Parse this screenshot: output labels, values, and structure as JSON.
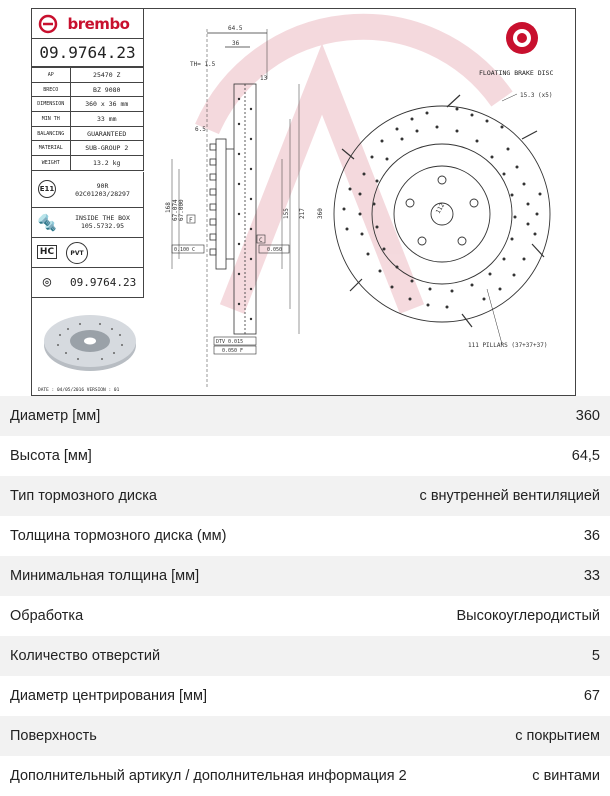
{
  "drawing": {
    "brand": "brembo",
    "part_number": "09.9764.23",
    "specs": [
      {
        "key": "AP",
        "value": "25470 Z"
      },
      {
        "key": "BRECO",
        "value": "BZ 9080"
      },
      {
        "key": "DIMENSION",
        "value": "360 x 36 mm"
      },
      {
        "key": "MIN TH",
        "value": "33 mm"
      },
      {
        "key": "BALANCING",
        "value": "GUARANTEED"
      },
      {
        "key": "MATERIAL",
        "value": "SUB-GROUP 2"
      },
      {
        "key": "WEIGHT",
        "value": "13.2 kg"
      }
    ],
    "approval_code": "E11",
    "approval_number": "90R",
    "approval_ref": "02C01203/28297",
    "inside_box_label": "INSIDE THE BOX",
    "inside_box_ref": "105.5732.95",
    "hc_label": "HC",
    "pvt_label": "PVT",
    "part_number_repeat": "09.9764.23",
    "floating_label": "FLOATING BRAKE DISC",
    "pillars_label": "111 PILLARS (37+37+37)",
    "holes_label": "15.3 (x5)",
    "date_line": "DATE : 04/05/2016 VERSION : 01",
    "dims": {
      "total_height": "64.5",
      "offset": "36",
      "th": "TH= 1.5",
      "w13": "13",
      "w65": "6.5",
      "d168": "168",
      "d67074": "67.074",
      "d67000": "67.000",
      "d155": "155",
      "d217": "217",
      "d360": "360",
      "d112": "112",
      "tol_100": "0.100 C",
      "tol_050": "0.050",
      "dtv": "DTV 0.015",
      "tol_050f": "0.050 F",
      "datum_f": "F",
      "datum_c": "C"
    },
    "colors": {
      "brand_red": "#c8102e",
      "watermark": "#f3d3d8"
    }
  },
  "attributes": [
    {
      "label": "Диаметр [мм]",
      "value": "360"
    },
    {
      "label": "Высота [мм]",
      "value": "64,5"
    },
    {
      "label": "Тип тормозного диска",
      "value": "с внутренней вентиляцией"
    },
    {
      "label": "Толщина тормозного диска (мм)",
      "value": "36"
    },
    {
      "label": "Минимальная толщина [мм]",
      "value": "33"
    },
    {
      "label": "Обработка",
      "value": "Высокоуглеродистый"
    },
    {
      "label": "Количество отверстий",
      "value": "5"
    },
    {
      "label": "Диаметр центрирования [мм]",
      "value": "67"
    },
    {
      "label": "Поверхность",
      "value": "с покрытием"
    },
    {
      "label": "Дополнительный артикул / дополнительная информация 2",
      "value": "с винтами"
    }
  ]
}
